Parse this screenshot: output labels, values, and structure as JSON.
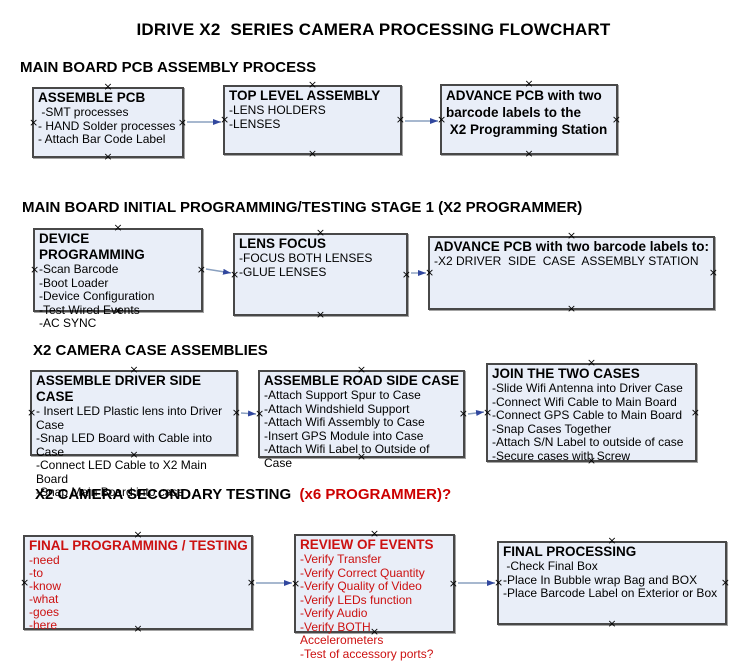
{
  "title": "IDRIVE X2  SERIES CAMERA PROCESSING FLOWCHART",
  "glyphs": {
    "marker": "×"
  },
  "colors": {
    "box_fill": "#e9eef8",
    "box_border": "#484848",
    "arrow_line": "#8aa0bf",
    "arrow_head": "#31479e",
    "red_text": "#cc1111"
  },
  "sections": [
    {
      "heading": "MAIN BOARD PCB ASSEMBLY PROCESS",
      "boxes": [
        {
          "title": "ASSEMBLE PCB",
          "lines": [
            " -SMT processes",
            "- HAND Solder processes",
            "- Attach Bar Code Label"
          ]
        },
        {
          "title": "TOP LEVEL ASSEMBLY",
          "lines": [
            "-LENS HOLDERS",
            "-LENSES"
          ]
        },
        {
          "title_lines": [
            "ADVANCE PCB with two",
            "barcode labels to the",
            " X2 Programming Station"
          ]
        }
      ]
    },
    {
      "heading": "MAIN BOARD INITIAL PROGRAMMING/TESTING STAGE 1 (X2 PROGRAMMER)",
      "boxes": [
        {
          "title": "DEVICE PROGRAMMING",
          "lines": [
            "-Scan Barcode",
            "-Boot Loader",
            "-Device Configuration",
            "-Test Wired Events",
            "-AC SYNC"
          ]
        },
        {
          "title": "LENS FOCUS",
          "lines": [
            "-FOCUS BOTH LENSES",
            "-GLUE LENSES"
          ]
        },
        {
          "title": "ADVANCE PCB with two barcode labels to:",
          "lines": [
            "-X2 DRIVER  SIDE  CASE  ASSEMBLY STATION"
          ]
        }
      ]
    },
    {
      "heading": "X2 CAMERA CASE ASSEMBLIES",
      "boxes": [
        {
          "title": "ASSEMBLE DRIVER SIDE CASE",
          "lines": [
            "- Insert LED Plastic lens into Driver Case",
            "-Snap LED Board with Cable into Case",
            "-Connect LED Cable to X2 Main Board",
            "-Snap Main Board into case"
          ]
        },
        {
          "title": "ASSEMBLE ROAD SIDE CASE",
          "lines": [
            "-Attach Support Spur to Case",
            "-Attach Windshield Support",
            "-Attach Wifi Assembly to Case",
            "-Insert GPS Module into Case",
            "-Attach Wifi Label to Outside of Case"
          ]
        },
        {
          "title": "JOIN THE TWO CASES",
          "lines": [
            "-Slide Wifi Antenna into Driver Case",
            "-Connect Wifi Cable to Main Board",
            "-Connect GPS Cable to Main Board",
            "-Snap Cases Together",
            "-Attach S/N Label to outside of case",
            "-Secure cases with Screw"
          ]
        }
      ]
    },
    {
      "heading": "X2 CAMERA SECONDARY TESTING",
      "heading_red": "  (x6 PROGRAMMER)?",
      "boxes": [
        {
          "title": "FINAL PROGRAMMING / TESTING",
          "lines": [
            "-need",
            "-to",
            "-know",
            "-what",
            "-goes",
            "-here"
          ]
        },
        {
          "title": "REVIEW OF EVENTS",
          "lines": [
            "-Verify Transfer",
            "-Verify Correct Quantity",
            "-Verify Quality of Video",
            "-Verify LEDs function",
            "-Verify Audio",
            "-Verify BOTH Accelerometers",
            "-Test of accessory ports?"
          ]
        },
        {
          "title": "FINAL PROCESSING",
          "lines": [
            " -Check Final Box",
            "-Place In Bubble wrap Bag and BOX",
            "-Place Barcode Label on Exterior or Box"
          ]
        }
      ]
    }
  ]
}
